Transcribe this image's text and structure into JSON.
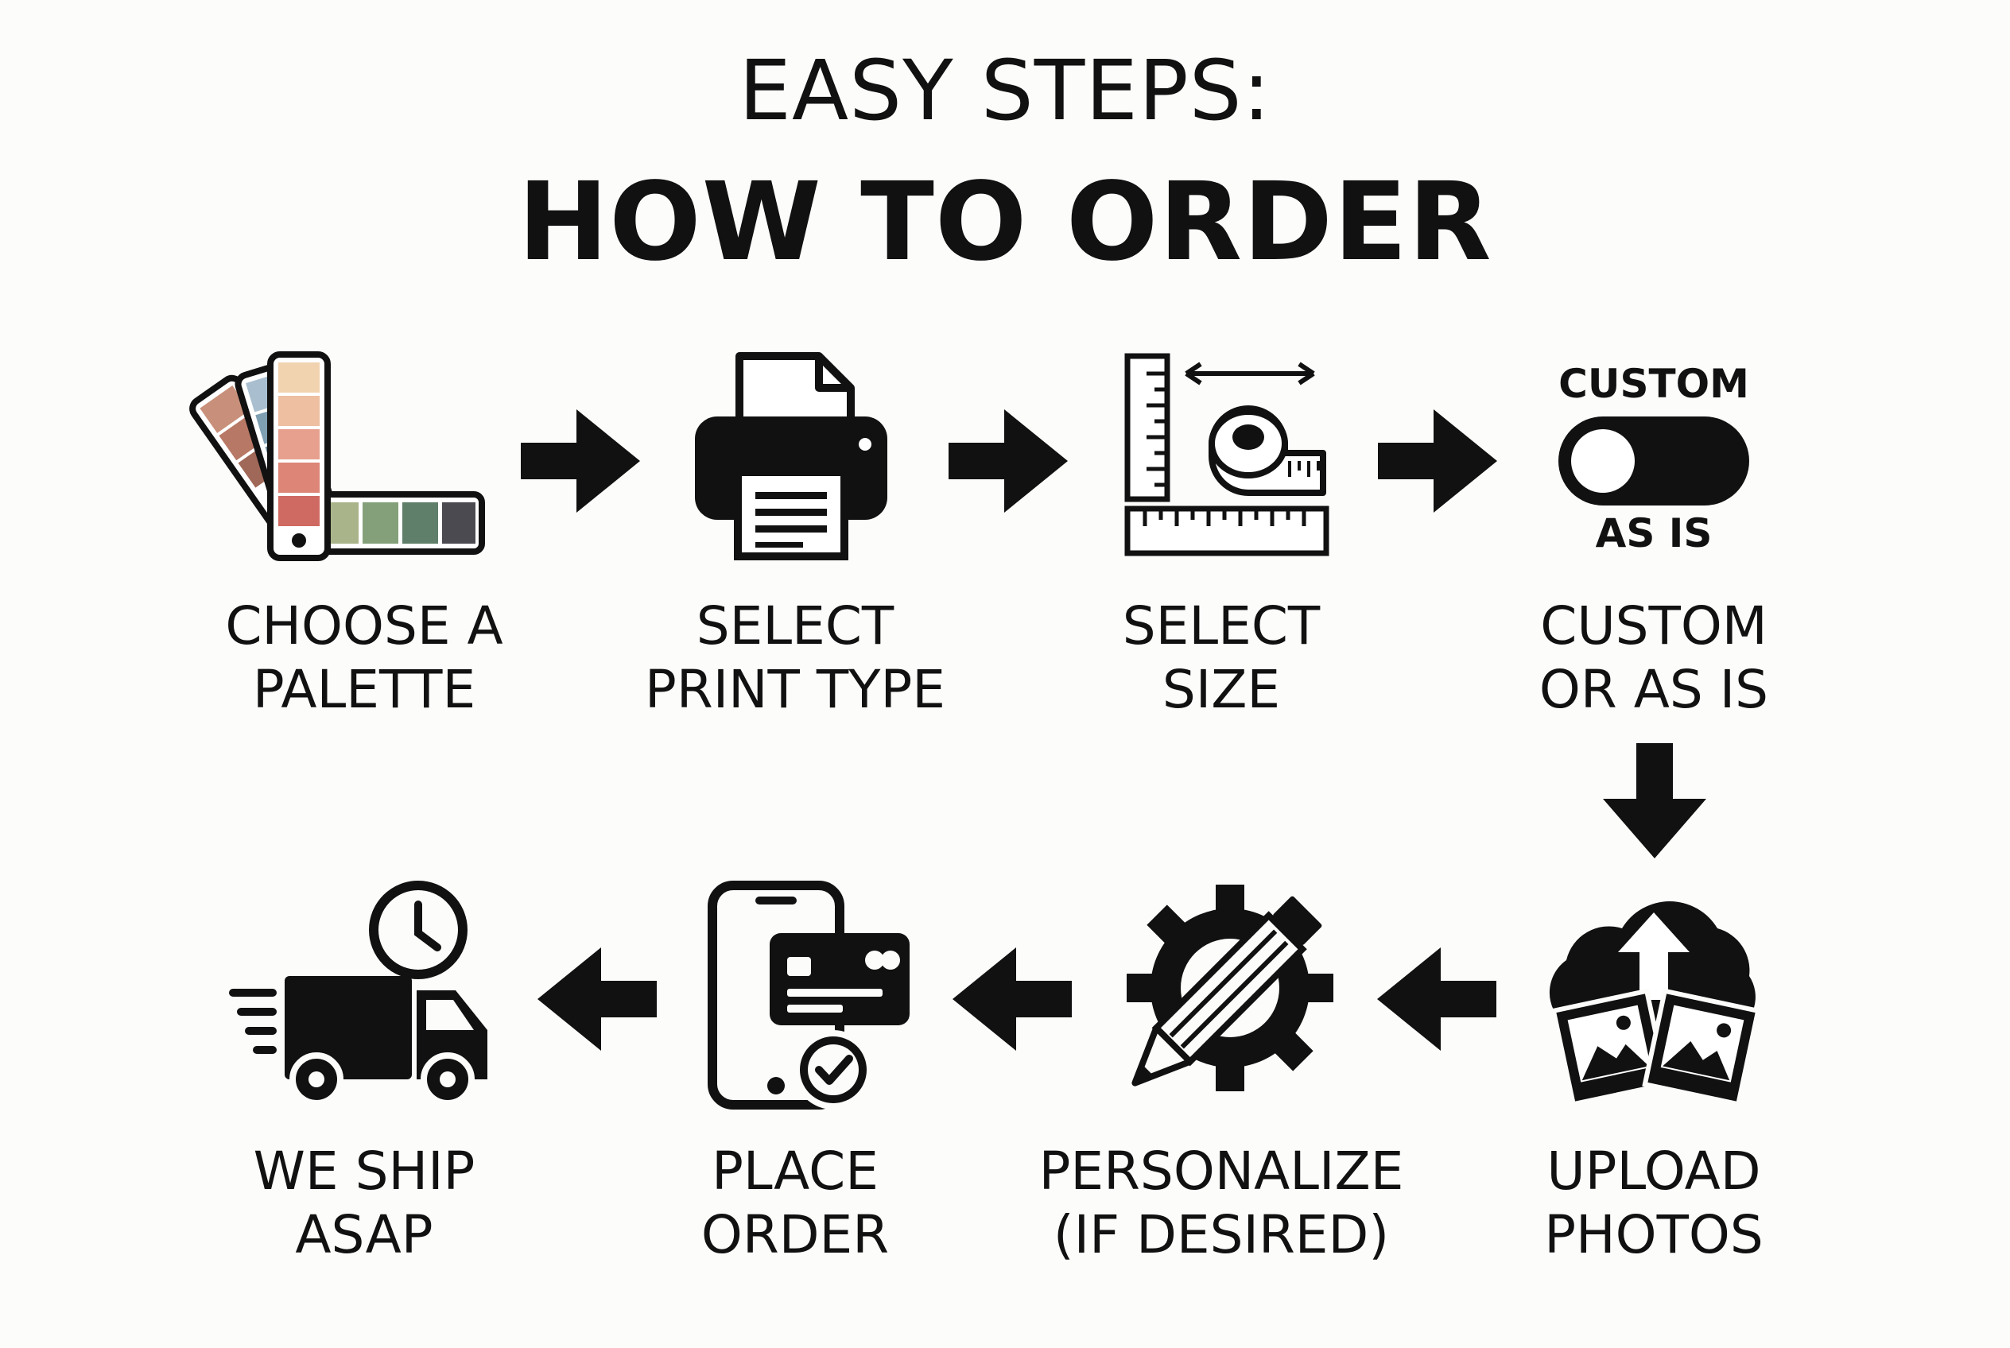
{
  "header": {
    "line1": "EASY STEPS:",
    "line2": "HOW TO ORDER"
  },
  "steps": [
    {
      "line1": "CHOOSE A",
      "line2": "PALETTE",
      "icon": "color-palette-swatches-icon"
    },
    {
      "line1": "SELECT",
      "line2": "PRINT TYPE",
      "icon": "printer-icon"
    },
    {
      "line1": "SELECT",
      "line2": "SIZE",
      "icon": "ruler-tape-measure-icon"
    },
    {
      "line1": "CUSTOM",
      "line2": "OR AS IS",
      "icon": "toggle-switch-icon",
      "toggle_top": "CUSTOM",
      "toggle_bottom": "AS IS"
    },
    {
      "line1": "UPLOAD",
      "line2": "PHOTOS",
      "icon": "cloud-upload-photos-icon"
    },
    {
      "line1": "PERSONALIZE",
      "line2": "(IF DESIRED)",
      "icon": "gear-pencil-icon"
    },
    {
      "line1": "PLACE",
      "line2": "ORDER",
      "icon": "phone-credit-card-icon"
    },
    {
      "line1": "WE SHIP",
      "line2": "ASAP",
      "icon": "delivery-truck-clock-icon"
    }
  ],
  "colors": {
    "ink": "#111111",
    "swatch_strip_1": [
      "#f2d3b0",
      "#eebfa0",
      "#e7a08e",
      "#dd8577",
      "#cf6a62"
    ],
    "swatch_strip_2": [
      "#a9bfcf",
      "#7f9fb3",
      "#6a8a9a"
    ],
    "swatch_strip_3": [
      "#c8907a",
      "#b87866",
      "#a06858"
    ],
    "swatch_strip_4": [
      "#a9b48a",
      "#84a07a",
      "#5f7f6a",
      "#4a4a50"
    ]
  }
}
